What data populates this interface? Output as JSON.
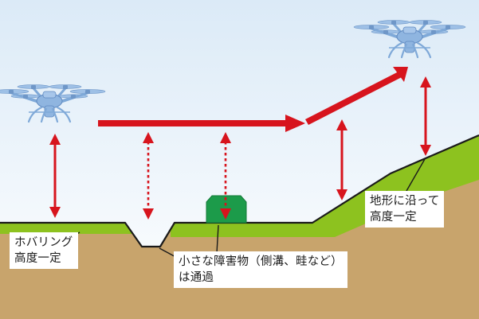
{
  "labels": {
    "hovering": [
      "ホバリング",
      "高度一定"
    ],
    "obstacles": [
      "小さな障害物（側溝、畦など）",
      "は通過"
    ],
    "terrain": [
      "地形に沿って",
      "高度一定"
    ]
  },
  "colors": {
    "sky_top": "#dbeaf7",
    "sky_bottom": "#ffffff",
    "grass": "#8dc21f",
    "soil": "#c8a46c",
    "arrow": "#d7141d",
    "obstacle": "#1c9b4a",
    "drone": "#7fa9d8"
  },
  "icons": [
    "drone-icon",
    "obstacle-block-icon"
  ]
}
